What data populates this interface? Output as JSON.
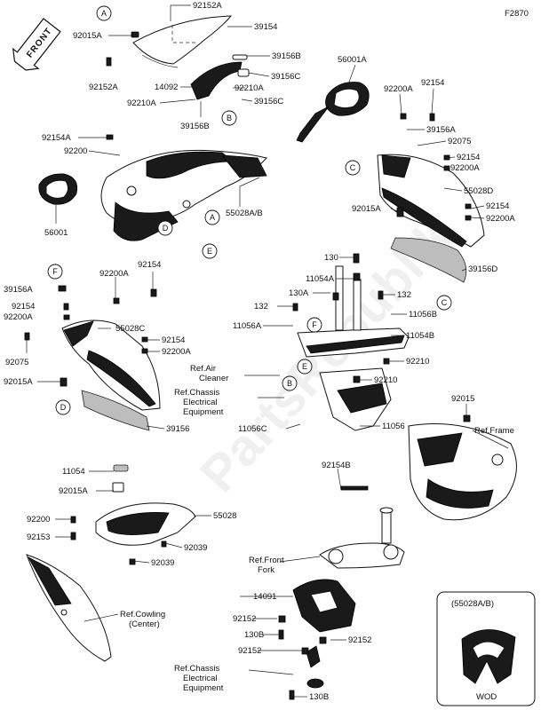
{
  "figure_code": "F2870",
  "front_label": "FRONT",
  "watermark": "PartsRepublik",
  "inset": {
    "title": "(55028A/B)",
    "caption": "WOD"
  },
  "letters": [
    "A",
    "B",
    "C",
    "D",
    "E",
    "F"
  ],
  "refs": {
    "air_cleaner": [
      "Ref.Air",
      "Cleaner"
    ],
    "chassis_elec_1": [
      "Ref.Chassis",
      "Electrical",
      "Equipment"
    ],
    "frame": "Ref.Frame",
    "front_fork": [
      "Ref.Front",
      "Fork"
    ],
    "cowling_center": [
      "Ref.Cowling",
      "(Center)"
    ],
    "chassis_elec_2": [
      "Ref.Chassis",
      "Electrical",
      "Equipment"
    ]
  },
  "labels": {
    "p92152A_top": "92152A",
    "p39154": "39154",
    "p92015A_top": "92015A",
    "p39156B": "39156B",
    "p56001A": "56001A",
    "p39156C_1": "39156C",
    "p14092": "14092",
    "p92210A_1": "92210A",
    "p92152A_left": "92152A",
    "p92210A_2": "92210A",
    "p39156C_2": "39156C",
    "p39156B_2": "39156B",
    "p92154_top": "92154",
    "p92200A_r1": "92200A",
    "p39156A_r": "39156A",
    "p92075_r": "92075",
    "p92154A": "92154A",
    "p92200_l": "92200",
    "p92154_r2": "92154",
    "p92200A_r2": "92200A",
    "p55028D": "55028D",
    "p92015A_r": "92015A",
    "p92154_r3": "92154",
    "p92200A_r3": "92200A",
    "p56001": "56001",
    "p55028AB": "55028A/B",
    "p39156D": "39156D",
    "p130": "130",
    "p11054A": "11054A",
    "p92154_m": "92154",
    "p92200A_m": "92200A",
    "p39156A_l": "39156A",
    "p130A": "130A",
    "p132_r": "132",
    "p92154_l2": "92154",
    "p92200A_l2": "92200A",
    "p132_l": "132",
    "p11056B": "11056B",
    "p55028C": "55028C",
    "p11056A": "11056A",
    "p11054B": "11054B",
    "p92154_m2": "92154",
    "p92200A_m2": "92200A",
    "p92075_l": "92075",
    "p92210_1": "92210",
    "p92015A_l": "92015A",
    "p92210_2": "92210",
    "p39156": "39156",
    "p11056C": "11056C",
    "p11056": "11056",
    "p92015": "92015",
    "p11054": "11054",
    "p92154B": "92154B",
    "p92015A_b": "92015A",
    "p55028": "55028",
    "p92200_b": "92200",
    "p92153": "92153",
    "p92039_1": "92039",
    "p92039_2": "92039",
    "p14091": "14091",
    "p92152_1": "92152",
    "p130B_1": "130B",
    "p92152_2": "92152",
    "p92152_3": "92152",
    "p130B_2": "130B"
  }
}
